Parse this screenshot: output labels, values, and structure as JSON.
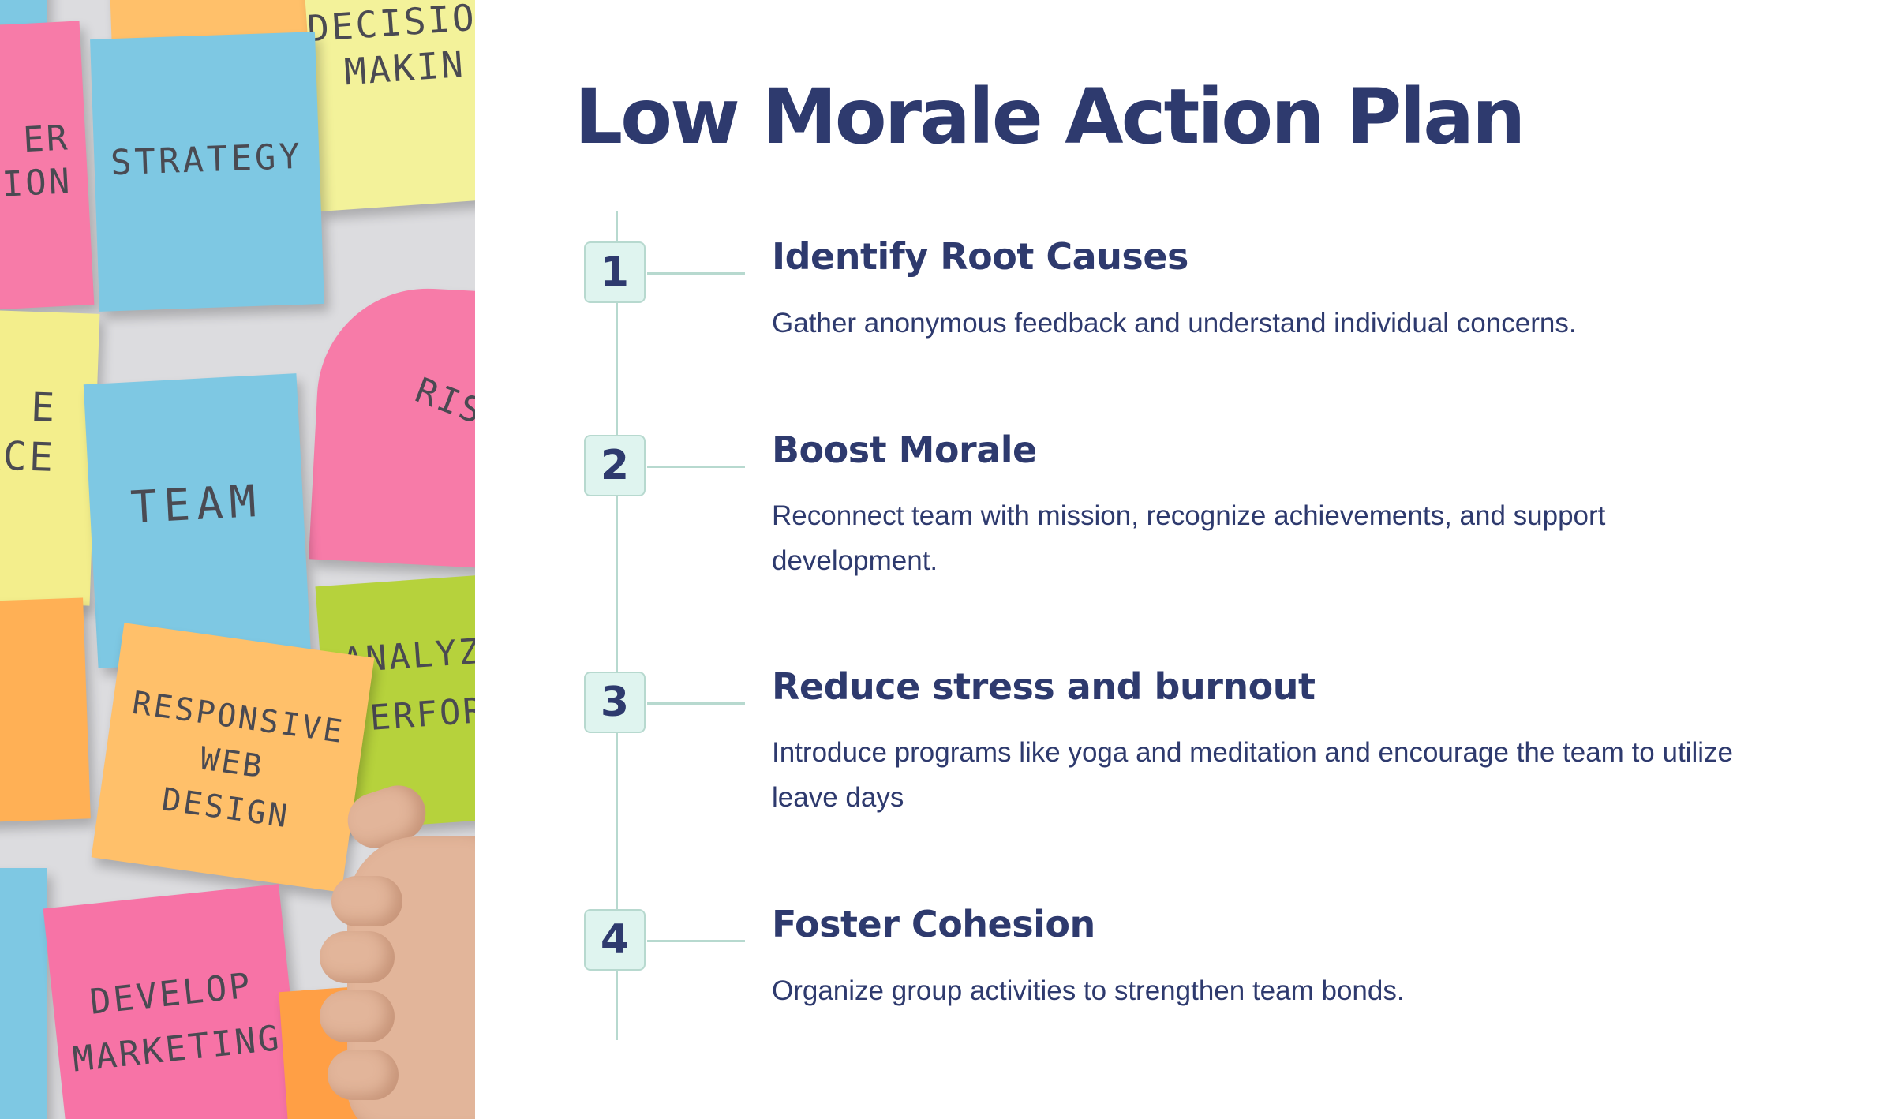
{
  "slide": {
    "title": "Low Morale Action Plan",
    "colors": {
      "title": "#2e3a6e",
      "accent_line": "#b7d9cf",
      "number_box": "#dff4ef",
      "background": "#ffffff"
    }
  },
  "photo": {
    "notes": [
      {
        "text": "DECISION\nMAKIN",
        "color": "#f3f29a"
      },
      {
        "text": "STRATEGY",
        "color": "#7ec8e3"
      },
      {
        "text": "ER\nION",
        "color": "#f77ba8"
      },
      {
        "text": "E\nRCE",
        "color": "#f3ee8c"
      },
      {
        "text": "RISK",
        "color": "#f77ba8"
      },
      {
        "text": "TEAM",
        "color": "#7ec8e3"
      },
      {
        "text": "ANALYZE\nPERFOR",
        "color": "#b6d23c"
      },
      {
        "text": "RESPONSIVE\nWEB\nDESIGN",
        "color": "#ffc06a"
      },
      {
        "text": "DEVELOP\nMARKETING",
        "color": "#f773a6"
      }
    ]
  },
  "steps": [
    {
      "number": "1",
      "title": "Identify Root Causes",
      "description": "Gather anonymous feedback and understand individual concerns."
    },
    {
      "number": "2",
      "title": "Boost Morale",
      "description": "Reconnect team with mission, recognize achievements, and support development."
    },
    {
      "number": "3",
      "title": "Reduce stress and burnout",
      "description": "Introduce programs like yoga and meditation and encourage the team to utilize leave days"
    },
    {
      "number": "4",
      "title": "Foster Cohesion",
      "description": "Organize group activities to strengthen team bonds."
    }
  ]
}
